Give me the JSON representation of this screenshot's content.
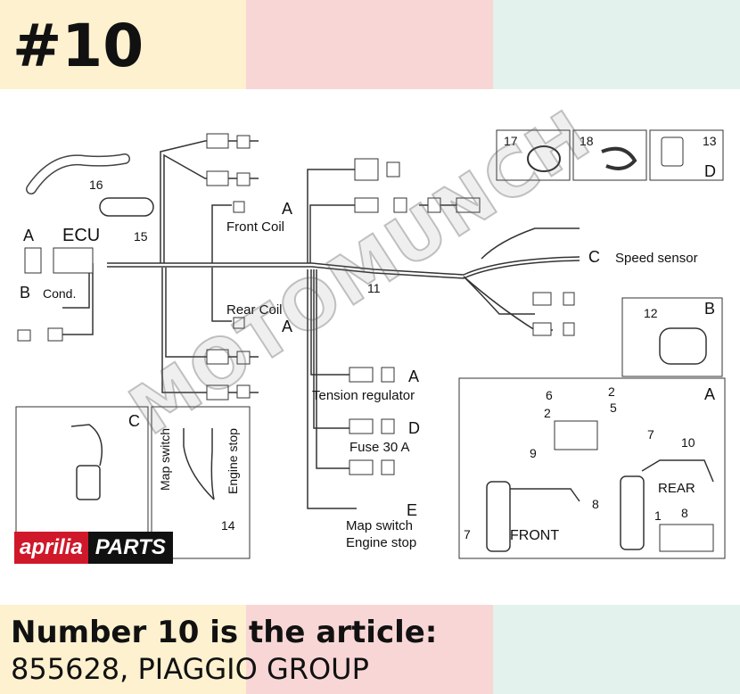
{
  "header": {
    "title": "#10"
  },
  "footer": {
    "heading": "Number 10 is the article:",
    "detail": "855628, PIAGGIO GROUP"
  },
  "watermark": {
    "text": "MOTOMUNCH"
  },
  "logo": {
    "brand": "aprilia",
    "suffix": "PARTS"
  },
  "diagram": {
    "labels": {
      "ecu": "ECU",
      "a": "A",
      "b": "B",
      "c": "C",
      "d": "D",
      "e": "E",
      "cond": "Cond.",
      "front_coil": "Front Coil",
      "rear_coil": "Rear Coil",
      "speed_sensor": "Speed sensor",
      "tension_regulator": "Tension regulator",
      "fuse": "Fuse 30 A",
      "map_switch": "Map switch",
      "engine_stop": "Engine stop",
      "front": "FRONT",
      "rear": "REAR"
    },
    "numbers": {
      "n1": "1",
      "n2": "2",
      "n5": "5",
      "n6": "6",
      "n7": "7",
      "n8": "8",
      "n9": "9",
      "n10": "10",
      "n11": "11",
      "n12": "12",
      "n13": "13",
      "n14": "14",
      "n15": "15",
      "n16": "16",
      "n17": "17",
      "n18": "18"
    }
  },
  "colors": {
    "brand_red": "#d0182b",
    "band_yellow": "#fdf1cf",
    "band_pink": "#f9d6d6",
    "band_green": "#e3f2ec"
  }
}
